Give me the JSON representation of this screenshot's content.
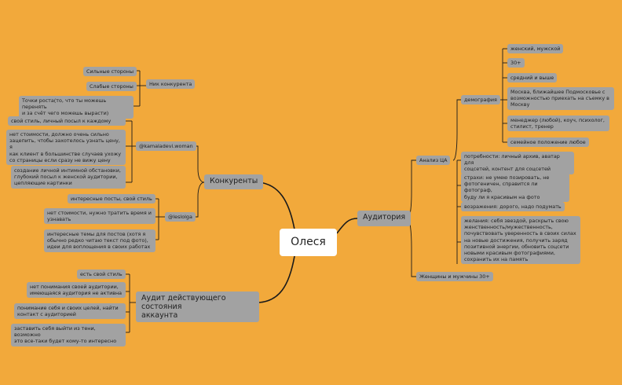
{
  "root": "Олеся",
  "branches": {
    "competitors": {
      "label": "Конкуренты",
      "nick": {
        "label": "Ник конкурента",
        "items": [
          "Сильные стороны",
          "Слабые стороны",
          "Точки роста(то, что ты можешь перенять\nи за счёт чего можешь вырасти)"
        ]
      },
      "kamaladevi": {
        "label": "@kamaladevi.woman",
        "items": [
          "свой стиль, личный посыл к каждому",
          "нет стоимости, должно очень сильно\nзацепить, чтобы захотелось узнать цену, я\nкак клиент в большинстве случаев ухожу\nсо страницы если сразу не вижу цену",
          "создание личной интимной обстановки,\nглубокий посыл к женской аудитории,\nцепляющие картинки"
        ]
      },
      "leslolga": {
        "label": "@leslolga",
        "items": [
          "интересные посты, свой стиль",
          "нет стоимости, нужно тратить время и\nузнавать",
          "интересные темы для постов (хотя я\nобычно редко читаю текст под фото),\nидеи для воплощения в своих работах"
        ]
      }
    },
    "audit": {
      "label": "Аудит действующего состояния\nаккаунта",
      "items": [
        "есть свой стиль",
        "нет понимания своей аудитории,\nимеющаяся аудитория не активна",
        "понимание себя и своих целей, найти\nконтакт с аудиторией",
        "заставить себя выйти из тени, возможно\nэто все-таки будет кому-то интересно"
      ]
    },
    "audience": {
      "label": "Аудитория",
      "analysis": {
        "label": "Анализ ЦА",
        "demography": {
          "label": "демография",
          "items": [
            "женский, мужской",
            "30+",
            "средний и выше",
            "Москва, ближайшее Подмосковье с\nвозможностью приехать на съемку в\nМоскву",
            "менеджер (любой), коуч, психолог,\nстилист, тренер",
            "семейное положение любое"
          ]
        },
        "needs": "потребности: личный архив, аватар для\nсоцсетей, контент для соцсетей",
        "fears": "страхи: не умею позировать, не\nфотогеничен, справится ли фотограф,\nбуду ли я красивым на фото",
        "objections": "возражения: дорого, надо подумать",
        "desires": "желания: себя звездой, раскрыть свою\nженственность/мужественность,\nпочувствовать уверенность в своих силах\nна новые достижения, получить заряд\nпозитивной энергии, обновить соцсети\nновыми красивым фотографиями,\nсохранить их на память"
      },
      "segment": "Женщины и мужчины 30+"
    }
  },
  "colors": {
    "background": "#F2A93B",
    "node": "#A2A2A2",
    "root": "#FFFFFF",
    "link": "#1a1a1a"
  }
}
